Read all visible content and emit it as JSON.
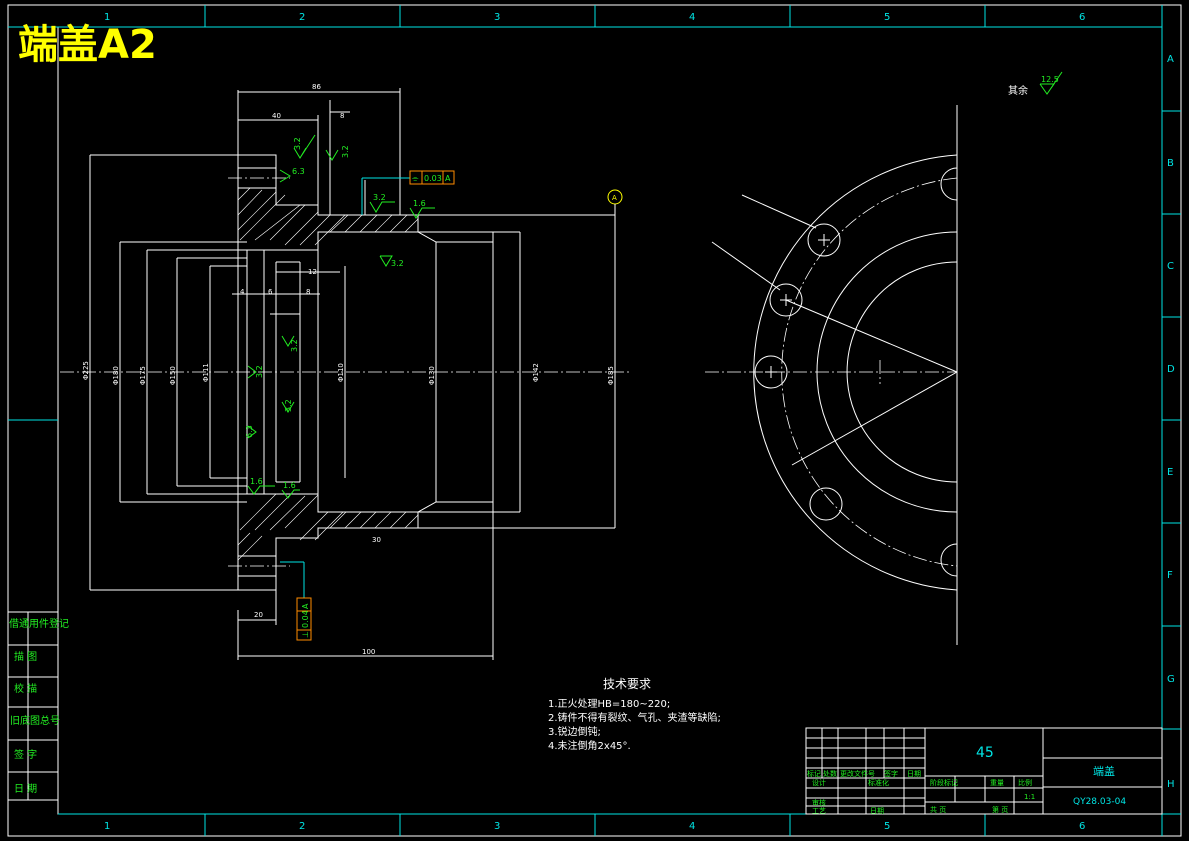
{
  "sheet_title": "端盖A2",
  "column_labels": [
    "1",
    "2",
    "3",
    "4",
    "5",
    "6"
  ],
  "row_labels": [
    "A",
    "B",
    "C",
    "D",
    "E",
    "F",
    "G",
    "H"
  ],
  "side_panel": [
    "借通用件登记",
    "描 图",
    "校 描",
    "旧底图总号",
    "签 字",
    "日 期"
  ],
  "roughness_other": {
    "label": "其余",
    "value": "12.5"
  },
  "roughness_marks": [
    "3.2",
    "3.2",
    "6.3",
    "3.2",
    "1.6",
    "3.2",
    "3.2",
    "3.2",
    "3.2",
    "6.3",
    "1.6",
    "1.6"
  ],
  "tolerance_frames": [
    {
      "symbol": "⌯",
      "value": "0.03",
      "datum": "A"
    },
    {
      "symbol": "⊥",
      "value": "0.04",
      "datum": "A"
    }
  ],
  "datum_label": "A",
  "dimensions": [
    "86",
    "40",
    "8",
    "100",
    "20",
    "Φ225",
    "Φ180",
    "Φ175",
    "Φ150",
    "Φ111",
    "Φ110",
    "Φ130",
    "Φ142",
    "Φ185",
    "4",
    "6",
    "8",
    "12",
    "30"
  ],
  "tech_requirements": {
    "title": "技术要求",
    "items": [
      "1.正火处理HB=180~220;",
      "2.铸件不得有裂纹、气孔、夹渣等缺陷;",
      "3.锐边倒钝;",
      "4.未注倒角2x45°."
    ]
  },
  "title_block": {
    "material": "45",
    "part_name": "端盖",
    "drawing_number": "QY28.03-04",
    "labels": {
      "mark": "标记",
      "count": "处数",
      "change_doc": "更改文件号",
      "signature": "签字",
      "date": "日期",
      "design": "设计",
      "standardize": "标准化",
      "review": "审核",
      "process": "工艺",
      "approve": "日期",
      "stage": "阶段标记",
      "weight": "重量",
      "scale": "比例",
      "scale_value": "1:1",
      "sheets_total": "共 页",
      "sheet_no": "第 页"
    }
  },
  "colors": {
    "background": "#000000",
    "outline": "#ffffff",
    "frame": "#00e5e5",
    "annotation": "#22ee22",
    "title": "#ffff00",
    "datum_box": "#ff8c00"
  }
}
